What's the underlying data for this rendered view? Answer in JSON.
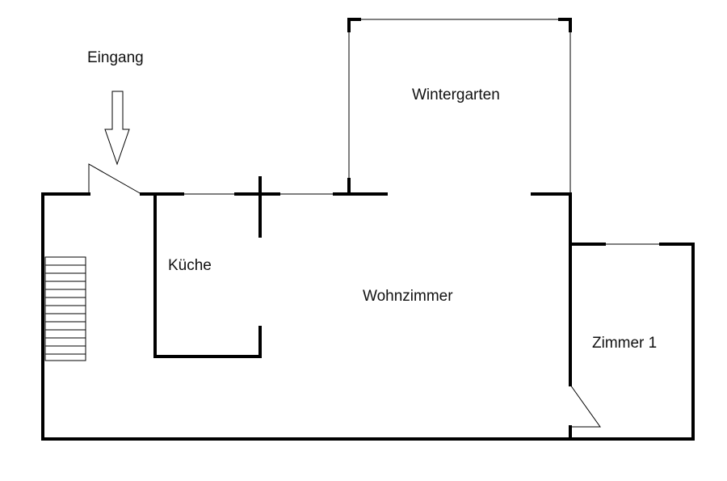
{
  "labels": {
    "entrance": "Eingang",
    "conservatory": "Wintergarten",
    "kitchen": "Küche",
    "living_room": "Wohnzimmer",
    "room_1": "Zimmer 1"
  },
  "colors": {
    "background": "#ffffff",
    "walls": "#000000",
    "text": "#111111"
  },
  "icons": [
    "entrance-arrow-icon",
    "stairs-icon",
    "door-swing-icon"
  ]
}
